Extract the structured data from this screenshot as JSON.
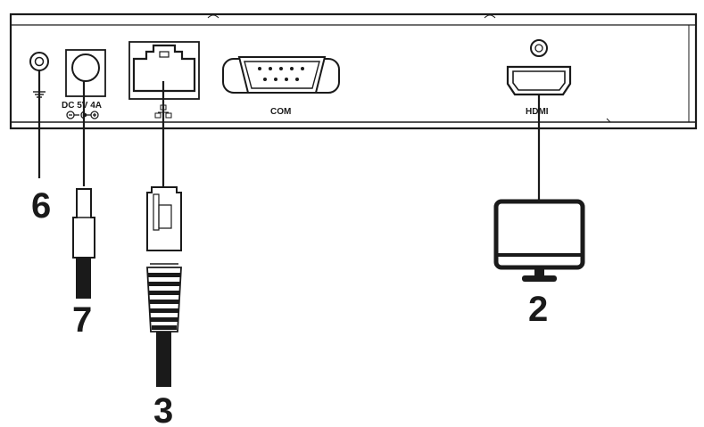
{
  "device": {
    "ports": {
      "power_label": "DC 5V 4A",
      "com_label": "COM",
      "hdmi_label": "HDMI"
    }
  },
  "callouts": {
    "ground": "6",
    "power": "7",
    "lan": "3",
    "hdmi": "2"
  },
  "colors": {
    "ink": "#1a1a1a",
    "cable": "#1a1a1a",
    "background": "#ffffff"
  },
  "icons": [
    "ground-icon",
    "polarity-icon",
    "network-icon",
    "monitor-icon"
  ]
}
